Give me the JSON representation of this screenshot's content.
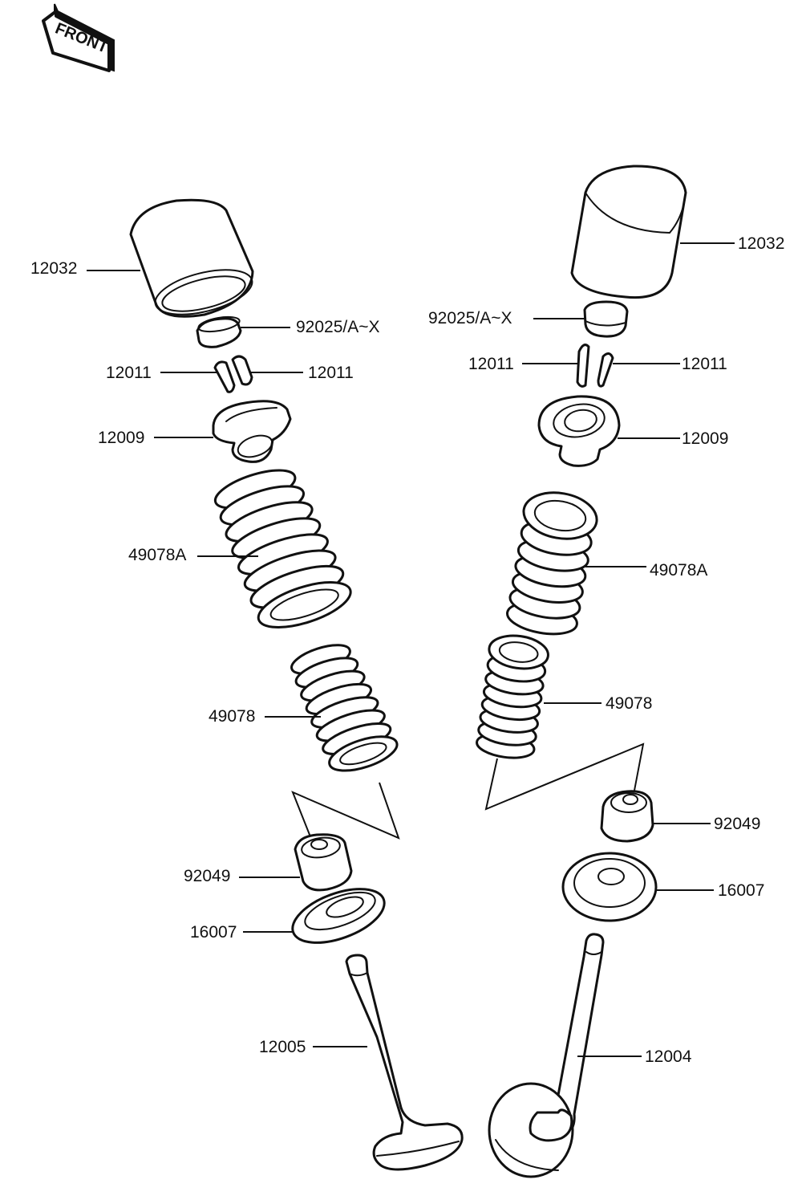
{
  "diagram": {
    "title": "Valve train exploded view",
    "orientation_badge": {
      "text": "FRONT",
      "icon": "front-arrow-icon"
    },
    "line_color": "#111111",
    "background": "#ffffff",
    "assemblies": [
      {
        "side": "left",
        "role": "exhaust valve assembly",
        "parts": [
          {
            "part_no": "12032",
            "name": "valve lifter (tappet)"
          },
          {
            "part_no": "92025/A~X",
            "name": "valve shim"
          },
          {
            "part_no": "12011",
            "name": "valve cotter (collet)",
            "qty_shown": 2
          },
          {
            "part_no": "12009",
            "name": "valve spring retainer"
          },
          {
            "part_no": "49078A",
            "name": "outer valve spring"
          },
          {
            "part_no": "49078",
            "name": "inner valve spring"
          },
          {
            "part_no": "92049",
            "name": "valve stem oil seal"
          },
          {
            "part_no": "16007",
            "name": "valve spring seat"
          },
          {
            "part_no": "12005",
            "name": "exhaust valve"
          }
        ]
      },
      {
        "side": "right",
        "role": "intake valve assembly",
        "parts": [
          {
            "part_no": "12032",
            "name": "valve lifter (tappet)"
          },
          {
            "part_no": "92025/A~X",
            "name": "valve shim"
          },
          {
            "part_no": "12011",
            "name": "valve cotter (collet)",
            "qty_shown": 2
          },
          {
            "part_no": "12009",
            "name": "valve spring retainer"
          },
          {
            "part_no": "49078A",
            "name": "outer valve spring"
          },
          {
            "part_no": "49078",
            "name": "inner valve spring"
          },
          {
            "part_no": "92049",
            "name": "valve stem oil seal"
          },
          {
            "part_no": "16007",
            "name": "valve spring seat"
          },
          {
            "part_no": "12004",
            "name": "intake valve"
          }
        ]
      }
    ],
    "labels": {
      "l_12032": "12032",
      "l_92025": "92025/A~X",
      "l_12011a": "12011",
      "l_12011b": "12011",
      "l_12009": "12009",
      "l_49078A": "49078A",
      "l_49078": "49078",
      "l_92049": "92049",
      "l_16007": "16007",
      "l_12005": "12005",
      "r_12032": "12032",
      "r_92025": "92025/A~X",
      "r_12011a": "12011",
      "r_12011b": "12011",
      "r_12009": "12009",
      "r_49078A": "49078A",
      "r_49078": "49078",
      "r_92049": "92049",
      "r_16007": "16007",
      "r_12004": "12004"
    }
  }
}
